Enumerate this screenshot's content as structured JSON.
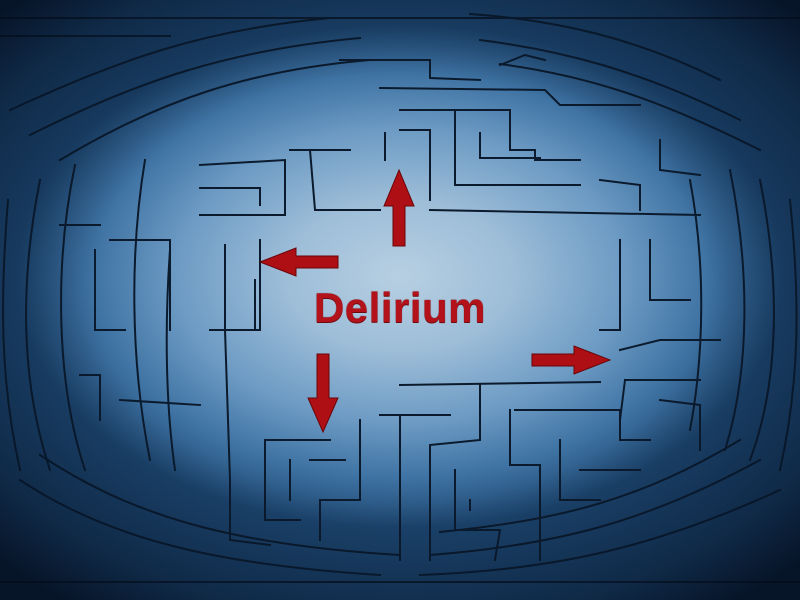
{
  "image": {
    "description": "Blue textured 3D maze with central word and four directional red arrows",
    "center_text": "Delirium",
    "colors": {
      "background_center": "#b7cfe2",
      "background_edge": "#1d4670",
      "maze_lines": "#0b1a2c",
      "text_and_arrows": "#b3121a"
    },
    "arrows": [
      {
        "direction": "up",
        "icon": "arrow-up-icon"
      },
      {
        "direction": "left",
        "icon": "arrow-left-icon"
      },
      {
        "direction": "down",
        "icon": "arrow-down-icon"
      },
      {
        "direction": "right",
        "icon": "arrow-right-icon"
      }
    ]
  }
}
